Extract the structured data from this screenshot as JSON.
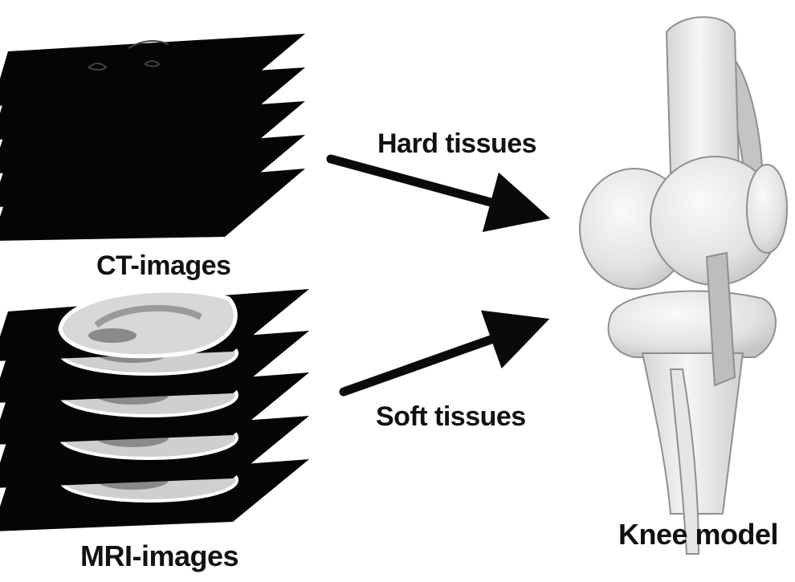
{
  "labels": {
    "ct_images": "CT-images",
    "mri_images": "MRI-images",
    "hard_tissues": "Hard tissues",
    "soft_tissues": "Soft tissues",
    "knee_model": "Knee model"
  },
  "icons": {
    "ct_stack": "ct-slice-stack-icon",
    "mri_stack": "mri-slice-stack-icon",
    "knee": "knee-3d-model-icon",
    "arrow": "arrow-icon"
  },
  "colors": {
    "slice": "#050505",
    "arrow": "#0a0a0a",
    "bone": "#e9e9e9",
    "bone_outline": "#9a9a9a",
    "mri_tissue": "#cfcfcf"
  },
  "counts": {
    "ct_slices": 5,
    "mri_slices": 5
  }
}
